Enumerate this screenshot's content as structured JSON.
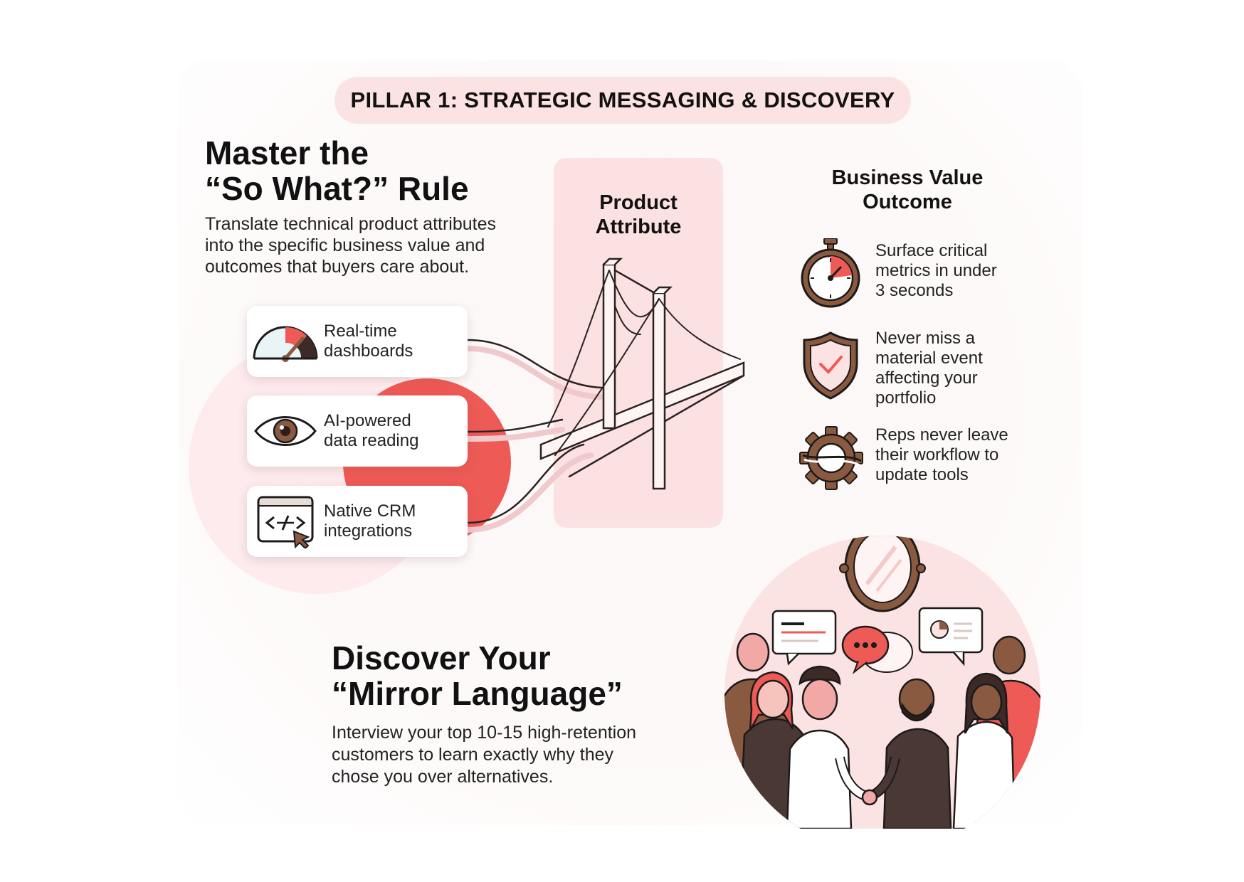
{
  "pillar_label": "PILLAR 1: STRATEGIC MESSAGING & DISCOVERY",
  "so_what": {
    "title_line1": "Master the",
    "title_line2": "“So What?” Rule",
    "desc_line1": "Translate technical product attributes",
    "desc_line2": "into the specific business value and",
    "desc_line3": "outcomes that buyers care about."
  },
  "product_attribute_heading": {
    "line1": "Product",
    "line2": "Attribute"
  },
  "business_value_heading": {
    "line1": "Business Value",
    "line2": "Outcome"
  },
  "attributes": [
    {
      "line1": "Real-time",
      "line2": "dashboards",
      "icon": "speedometer-icon"
    },
    {
      "line1": "AI-powered",
      "line2": "data reading",
      "icon": "eye-icon"
    },
    {
      "line1": "Native CRM",
      "line2": "integrations",
      "icon": "code-window-icon"
    }
  ],
  "outcomes": [
    {
      "lines": [
        "Surface critical",
        "metrics in under",
        "3 seconds"
      ],
      "icon": "stopwatch-icon"
    },
    {
      "lines": [
        "Never miss a",
        "material event",
        "affecting your",
        "portfolio"
      ],
      "icon": "shield-check-icon"
    },
    {
      "lines": [
        "Reps never leave",
        "their workflow to",
        "update tools"
      ],
      "icon": "gear-icon"
    }
  ],
  "mirror": {
    "title_line1": "Discover Your",
    "title_line2": "“Mirror Language”",
    "desc_line1": "Interview your top 10-15 high-retention",
    "desc_line2": "customers to learn exactly why they",
    "desc_line3": "chose you over alternatives."
  },
  "colors": {
    "accent": "#ee5a55",
    "pill_bg": "#fbe3e3",
    "column_bg": "#fbe1e1",
    "brown": "#8a5a40",
    "text": "#1d1a1a"
  }
}
